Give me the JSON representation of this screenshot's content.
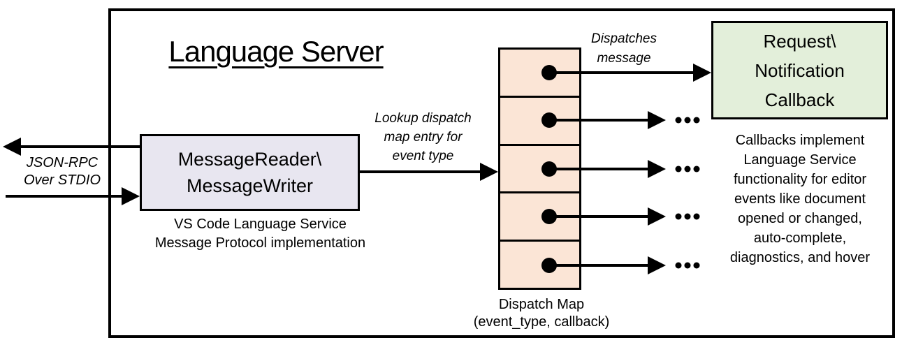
{
  "title": "Language Server",
  "left_channel": {
    "label": "JSON-RPC\nOver STDIO"
  },
  "reader": {
    "label": "MessageReader\\\nMessageWriter",
    "caption": "VS Code Language Service\nMessage Protocol implementation"
  },
  "lookup_arrow_label": "Lookup dispatch\nmap entry for\nevent type",
  "dispatch_arrow_label": "Dispatches\nmessage",
  "dispatch_map": {
    "cell_count": 5,
    "label": "Dispatch Map\n(event_type, callback)"
  },
  "callback": {
    "label": "Request\\\nNotification\nCallback",
    "note": "Callbacks implement\nLanguage Service\nfunctionality for editor\nevents like document\nopened or changed,\nauto-complete,\ndiagnostics, and hover"
  },
  "colors": {
    "line": "#000000",
    "reader_fill": "#e8e6f0",
    "map_fill": "#fbe5d6",
    "callback_fill": "#e3efda",
    "background": "#ffffff"
  }
}
